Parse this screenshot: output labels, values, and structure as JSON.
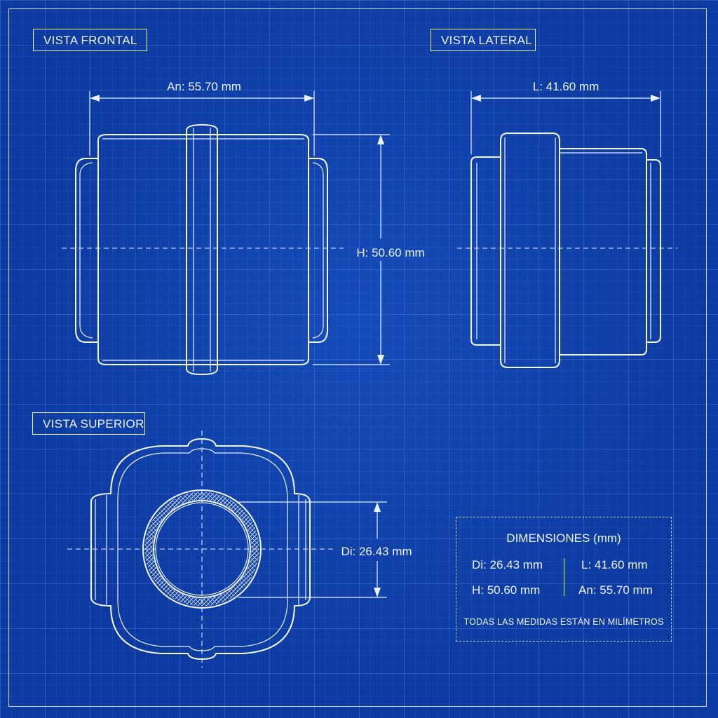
{
  "views": {
    "front": "VISTA FRONTAL",
    "side": "VISTA LATERAL",
    "top": "VISTA SUPERIOR"
  },
  "dimensions": {
    "front_width": "An: 55.70 mm",
    "front_height": "H: 50.60 mm",
    "side_length": "L: 41.60 mm",
    "inner_diameter": "Di: 26.43 mm"
  },
  "summary": {
    "title": "DIMENSIONES (mm)",
    "di": "Di: 26.43 mm",
    "l": "L: 41.60 mm",
    "h": "H: 50.60 mm",
    "an": "An: 55.70 mm",
    "note": "TODAS LAS MEDIDAS ESTÁN EN MILÍMETROS"
  },
  "colors": {
    "background": "#0c3aa0",
    "lines": "#f2f6ff"
  }
}
